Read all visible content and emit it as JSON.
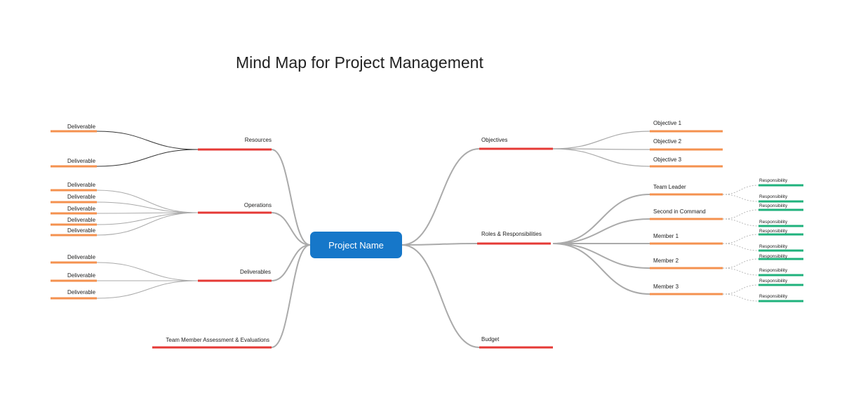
{
  "title": "Mind Map for Project Management",
  "root": "Project Name",
  "colors": {
    "root": "#1677c9",
    "branch": "#e53935",
    "sub": "#f4914f",
    "leaf": "#1fb27c",
    "connector": "#aaaaaa",
    "connector_dark": "#333333"
  },
  "left": {
    "resources": {
      "label": "Resources",
      "children": [
        "Deliverable",
        "Deliverable"
      ]
    },
    "operations": {
      "label": "Operations",
      "children": [
        "Deliverable",
        "Deliverable",
        "Deliverable",
        "Deliverable",
        "Deliverable"
      ]
    },
    "deliverables": {
      "label": "Deliverables",
      "children": [
        "Deliverable",
        "Deliverable",
        "Deliverable"
      ]
    },
    "assessment": {
      "label": "Team Member Assessment & Evaluations"
    }
  },
  "right": {
    "objectives": {
      "label": "Objectives",
      "children": [
        "Objective 1",
        "Objective 2",
        "Objective 3"
      ]
    },
    "roles": {
      "label": "Roles & Responsibilities",
      "children": [
        {
          "label": "Team Leader",
          "responsibilities": [
            "Responsibility",
            "Responsibility"
          ]
        },
        {
          "label": "Second in Command",
          "responsibilities": [
            "Responsibility",
            "Responsibility"
          ]
        },
        {
          "label": "Member 1",
          "responsibilities": [
            "Responsibility",
            "Responsibility"
          ]
        },
        {
          "label": "Member 2",
          "responsibilities": [
            "Responsibility",
            "Responsibility"
          ]
        },
        {
          "label": "Member 3",
          "responsibilities": [
            "Responsibility",
            "Responsibility"
          ]
        }
      ]
    },
    "budget": {
      "label": "Budget"
    }
  }
}
